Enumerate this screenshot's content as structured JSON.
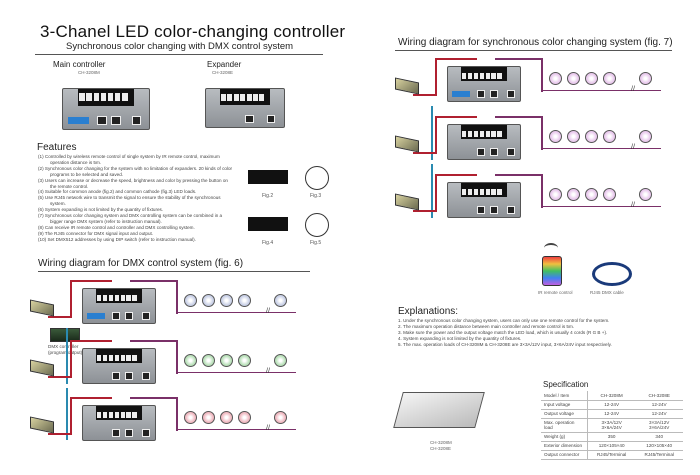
{
  "left": {
    "title": "3-Chanel LED color-changing controller",
    "subtitle": "Synchronous color changing with DMX control system",
    "main_controller": {
      "label": "Main controller",
      "model": "CH-3208M"
    },
    "expander": {
      "label": "Expander",
      "model": "CH-3208E"
    },
    "features": {
      "heading": "Features",
      "items": [
        "(1) Controlled by wireless remote control of single system by IR remote control, maximum operation distance is 5m.",
        "(2) Synchronous color changing for the system with no limitation of expanders. 20 kinds of color programs to be selected and saved.",
        "(3) Users can increase or decrease the speed, brightness and color by pressing the button on the remote control.",
        "(4) Suitable for common anode (fig.2) and common cathode (fig.3) LED loads.",
        "(5) Use RJ45 network wire to transmit the signal to ensure the stability of the synchronous system.",
        "(6) System expanding is not limited by the quantity of fixtures.",
        "(7) Synchronous color changing system and DMX controlling system can be combined in a bigger range DMX system (refer to instruction manual).",
        "(8) Can receive IR remote control and controller and DMX controlling system.",
        "(9) The RJ45 connector for DMX signal input and output.",
        "(10) Set DMX512 addresses by using DIP switch (refer to instruction manual)."
      ],
      "figs": [
        "Fig.2",
        "Fig.3",
        "Fig.4",
        "Fig.5"
      ]
    },
    "dmx_wiring": {
      "heading": "Wiring diagram for DMX control system (fig. 6)",
      "console_label": "DMX controller (program output)"
    }
  },
  "right": {
    "sync_wiring": {
      "heading": "Wiring diagram for synchronous color changing system (fig. 7)"
    },
    "accessories": {
      "remote_label": "IR remote control",
      "cable_label": "RJ45 DMX cable"
    },
    "explanations": {
      "heading": "Explanations:",
      "items": [
        "1. Under the synchronous color changing system, users can only use one remote control for the system.",
        "2. The maximum operation distance between main controller and remote control is 5m.",
        "3. Make sure the power and the output voltage match the LED load, which is usually 4 cords (R G B +).",
        "4. System expanding is not limited by the quantity of fixtures.",
        "5. The max. operation loads of CH-3208M & CH-3208E are 3×3A/12V input, 3×6A/24V input respectively."
      ]
    },
    "device_labels": [
      "CH-3208M",
      "CH-3208E"
    ],
    "specification": {
      "heading": "Specification",
      "corner": "Model / Item",
      "models": [
        "CH-3208M",
        "CH-3208E"
      ],
      "rows": [
        {
          "item": "Input voltage",
          "m": "12-24V",
          "e": "12-24V"
        },
        {
          "item": "Output voltage",
          "m": "12-24V",
          "e": "12-24V"
        },
        {
          "item": "Max. operation load",
          "m": "3×3A/12V 3×6A/24V",
          "e": "3×3A/12V 3×6A/24V"
        },
        {
          "item": "Weight (g)",
          "m": "350",
          "e": "340"
        },
        {
          "item": "Exterior dimension",
          "m": "120×105×40",
          "e": "120×105×40"
        },
        {
          "item": "Output connector",
          "m": "RJ45/Terminal",
          "e": "RJ45/Terminal"
        }
      ]
    }
  },
  "colors": {
    "power_wire": "#b02030",
    "load_wire": "#7a3068",
    "signal_wire": "#2a8ab0"
  }
}
